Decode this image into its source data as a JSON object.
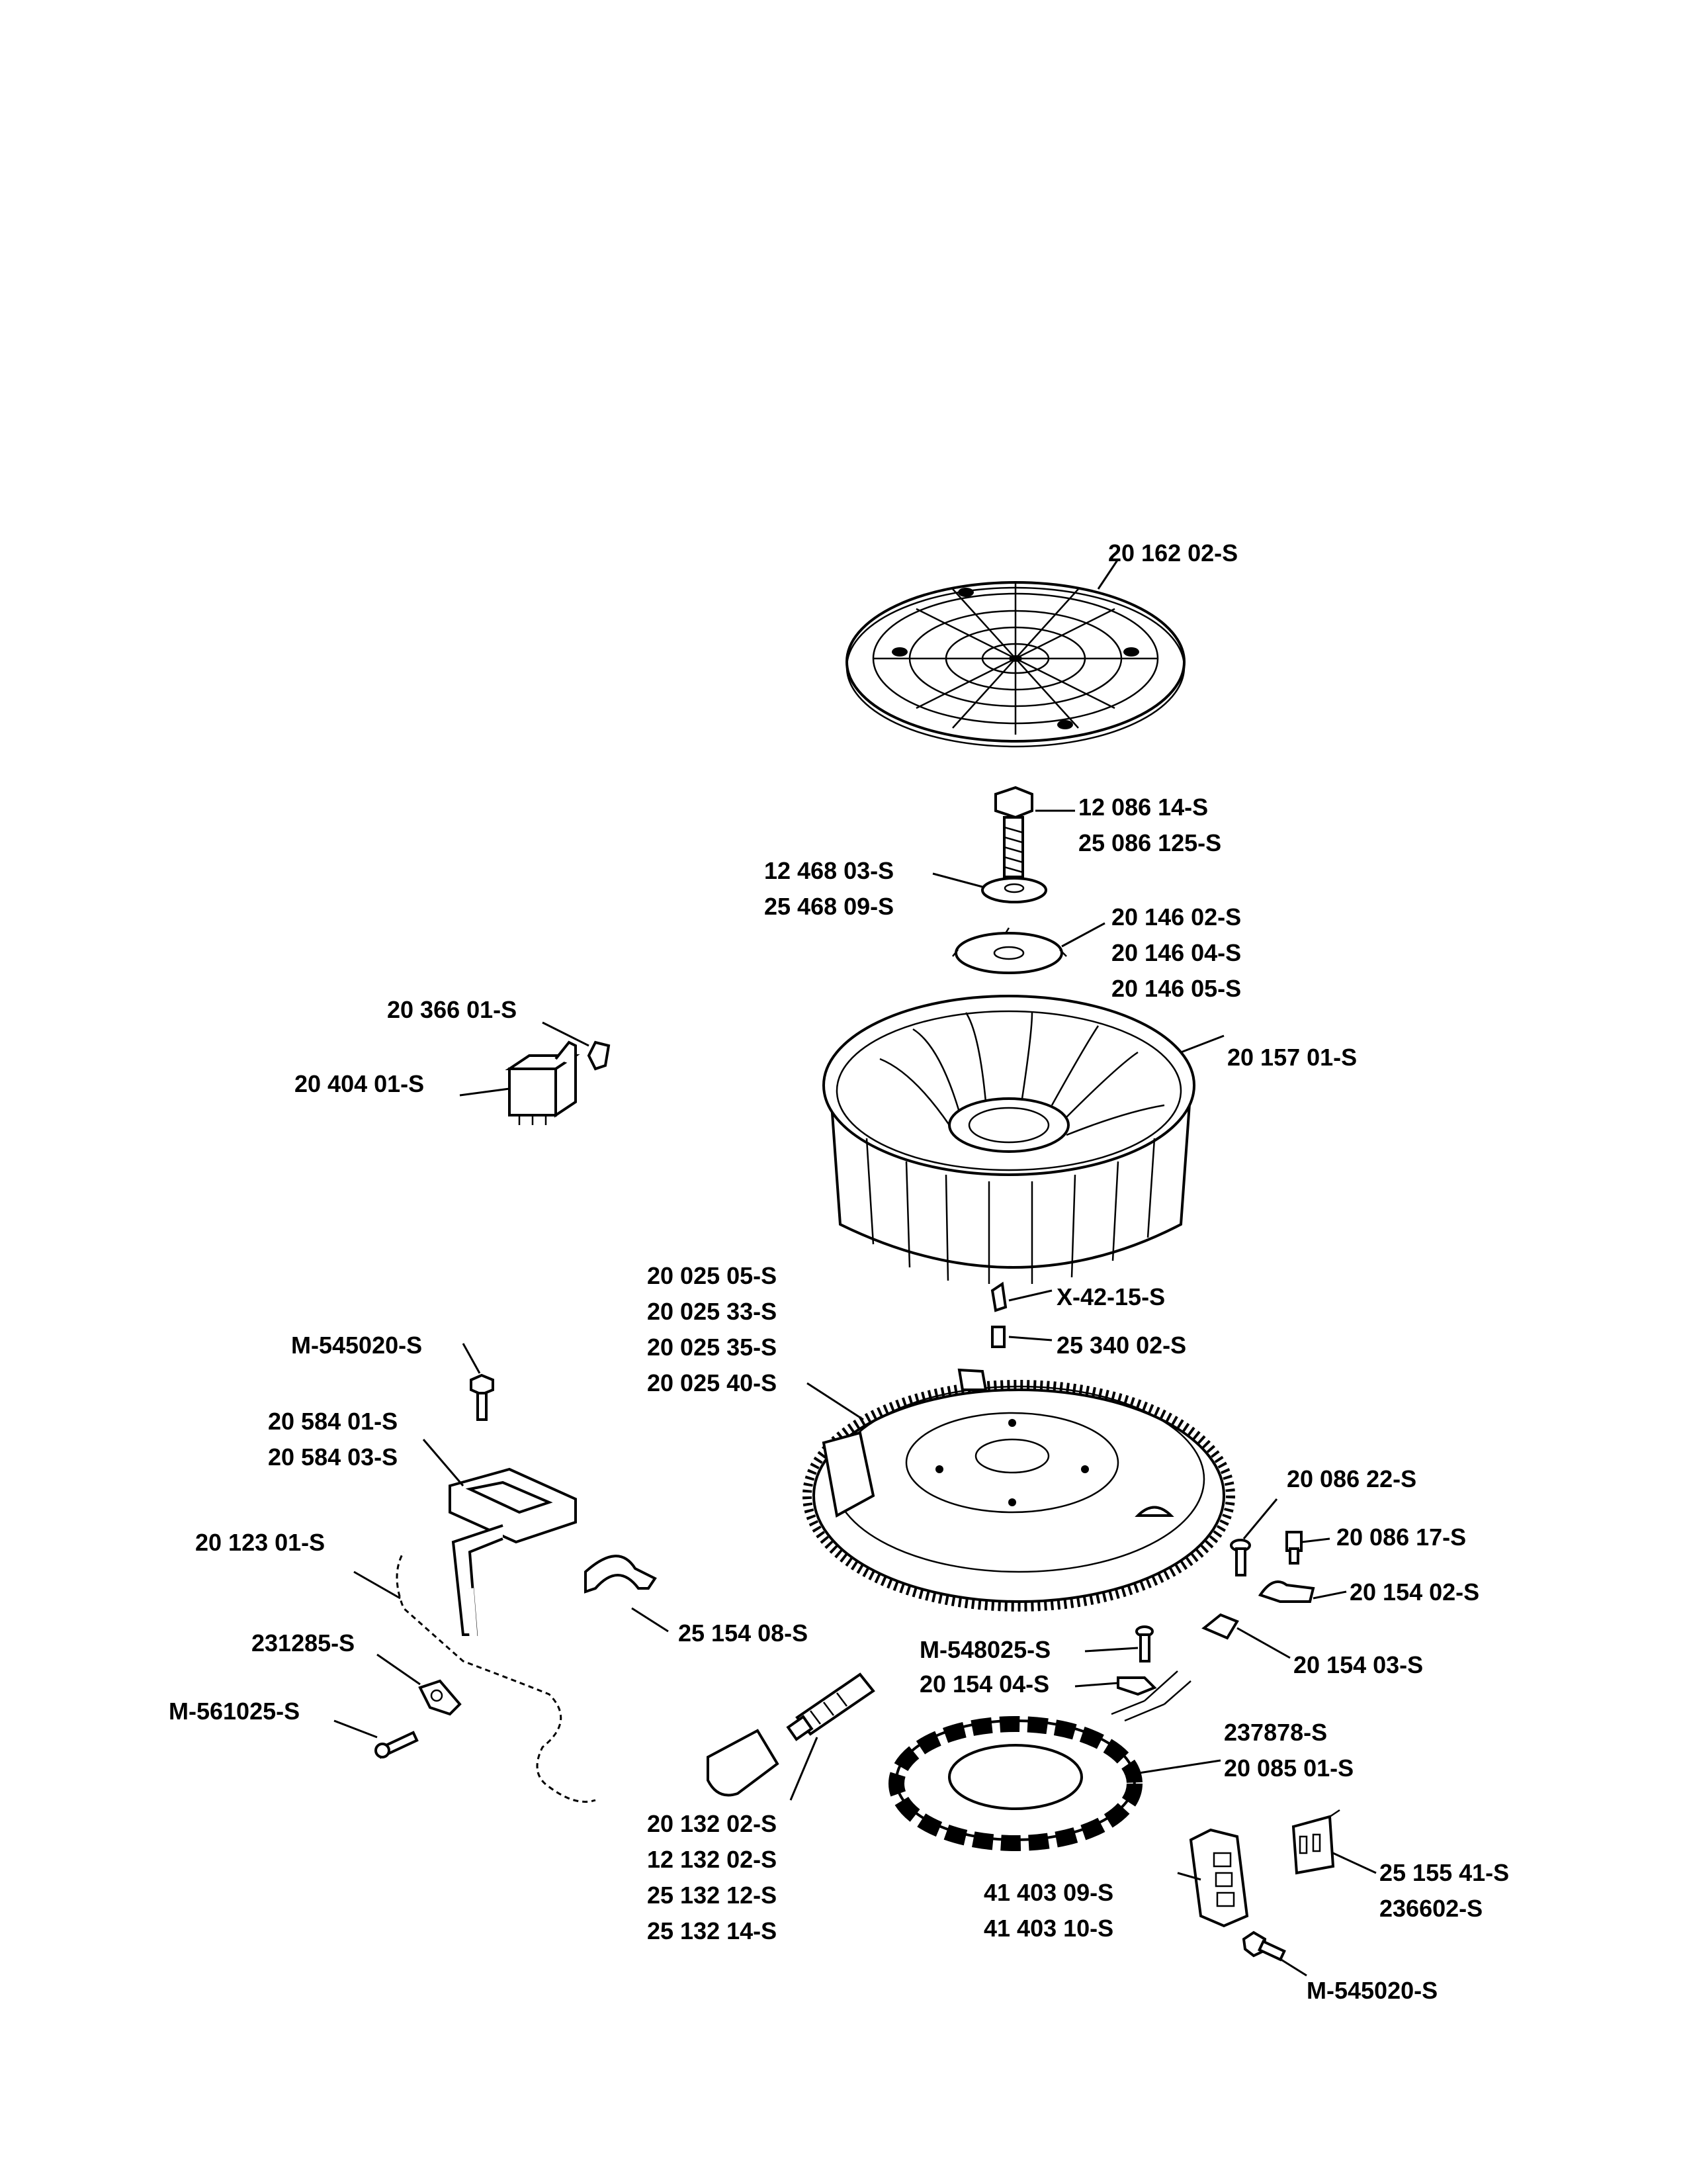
{
  "labels": {
    "cover": "20 162 02-S",
    "bolt_a": "12 086 14-S",
    "bolt_b": "25 086 125-S",
    "washer_a": "12 468 03-S",
    "washer_b": "25 468 09-S",
    "retainer_a": "20 146 02-S",
    "retainer_b": "20 146 04-S",
    "retainer_c": "20 146 05-S",
    "relay_clip": "20 366 01-S",
    "relay": "20 404 01-S",
    "fan": "20 157 01-S",
    "flywheel_a": "20 025 05-S",
    "flywheel_b": "20 025 33-S",
    "flywheel_c": "20 025 35-S",
    "flywheel_d": "20 025 40-S",
    "key_half": "X-42-15-S",
    "key_square": "25 340 02-S",
    "coil_screw": "M-545020-S",
    "coil_a": "20 584 01-S",
    "coil_b": "20 584 03-S",
    "hose": "20 123 01-S",
    "clamp_mid": "25 154 08-S",
    "hose_clip": "231285-S",
    "hose_screw": "M-561025-S",
    "plug_a": "20 132 02-S",
    "plug_b": "12 132 02-S",
    "plug_c": "25 132 12-S",
    "plug_d": "25 132 14-S",
    "screw_2208622": "20 086 22-S",
    "screw_2208617": "20 086 17-S",
    "clamp_20154": "20 154 02-S",
    "clamp_2015403": "20 154 03-S",
    "screw_m548": "M-548025-S",
    "clamp_2015404": "20 154 04-S",
    "stator_a": "237878-S",
    "stator_b": "20 085 01-S",
    "regulator_a": "25 155 41-S",
    "regulator_b": "236602-S",
    "rectifier_a": "41 403 09-S",
    "rectifier_b": "41 403 10-S",
    "rect_screw": "M-545020-S"
  },
  "icons": [
    "cover-grille-icon",
    "bolt-icon",
    "washer-icon",
    "fan-icon",
    "flywheel-icon",
    "stator-icon",
    "spark-plug-icon",
    "ignition-coil-icon",
    "relay-icon",
    "screw-icon",
    "clamp-icon",
    "rectifier-icon",
    "regulator-icon",
    "hose-icon"
  ]
}
